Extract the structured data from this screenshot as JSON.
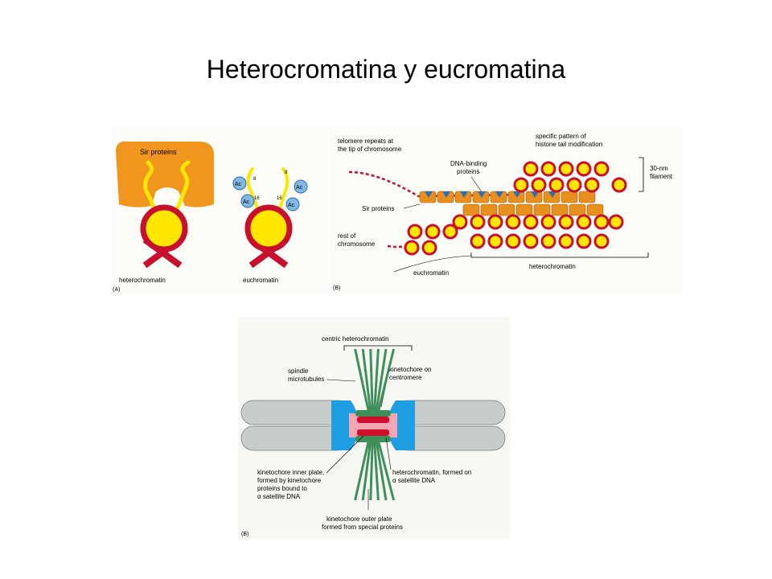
{
  "title": "Heterocromatina y eucromatina",
  "figure_a": {
    "panel_label": "(A)",
    "sir_proteins": "Sir proteins",
    "heterochromatin": "heterochromatin",
    "euchromatin": "euchromatin",
    "acetyl": "Ac",
    "residue_8": "8",
    "residue_16": "16"
  },
  "figure_b": {
    "panel_label": "(B)",
    "telomere_repeats_line1": "telomere repeats at",
    "telomere_repeats_line2": "the tip of chromosome",
    "dna_binding_line1": "DNA-binding",
    "dna_binding_line2": "proteins",
    "specific_pattern_line1": "specific pattern of",
    "specific_pattern_line2": "histone tail modification",
    "filament_line1": "30-nm",
    "filament_line2": "filament",
    "sir_proteins": "Sir proteins",
    "rest_of_line1": "rest of",
    "rest_of_line2": "chromosome",
    "euchromatin": "euchromatin",
    "heterochromatin": "heterochromatin"
  },
  "figure_c": {
    "panel_label": "(B)",
    "centric_heterochromatin": "centric heterochromatin",
    "spindle_line1": "spindle",
    "spindle_line2": "microtubules",
    "kinetochore_on_line1": "kinetochore on",
    "kinetochore_on_line2": "centromere",
    "inner_plate_line1": "kinetochore inner plate,",
    "inner_plate_line2": "formed by kinetochore",
    "inner_plate_line3": "proteins bound to",
    "inner_plate_line4": "α satellite DNA",
    "heterochromatin_formed_line1": "heterochromatin, formed on",
    "heterochromatin_formed_line2": "α satellite DNA",
    "outer_plate_line1": "kinetochore outer plate",
    "outer_plate_line2": "formed from special proteins"
  },
  "colors": {
    "orange": "#f0961e",
    "red": "#c8102e",
    "yellow": "#ffe600",
    "blue": "#2e6fb5",
    "gray": "#c8ccca",
    "cyan": "#1e9ee0",
    "pink": "#f4a6b5",
    "green": "#3f8f5a"
  }
}
